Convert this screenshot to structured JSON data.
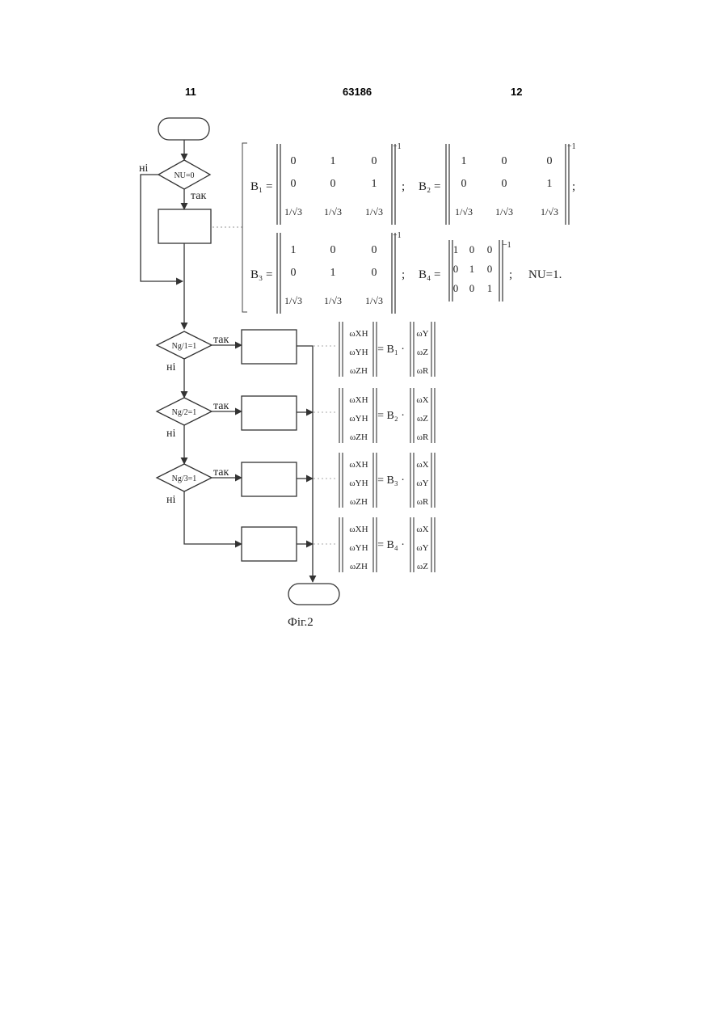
{
  "header": {
    "left_page": "11",
    "patent_number": "63186",
    "right_page": "12"
  },
  "flowchart": {
    "decision1": "NU=0",
    "decision2": "Ng/1=1",
    "decision3": "Ng/2=1",
    "decision4": "Ng/3=1",
    "yes": "так",
    "no": "ні"
  },
  "matrices": {
    "B1_label": "B₁ =",
    "B2_label": "B₂ =",
    "B3_label": "B₃ =",
    "B4_label": "B₄ =",
    "inv": "−1",
    "sep": ";",
    "nu_assign": "NU=1.",
    "B1": [
      [
        "0",
        "1",
        "0"
      ],
      [
        "0",
        "0",
        "1"
      ],
      [
        "1/√3",
        "1/√3",
        "1/√3"
      ]
    ],
    "B2": [
      [
        "1",
        "0",
        "0"
      ],
      [
        "0",
        "0",
        "1"
      ],
      [
        "1/√3",
        "1/√3",
        "1/√3"
      ]
    ],
    "B3": [
      [
        "1",
        "0",
        "0"
      ],
      [
        "0",
        "1",
        "0"
      ],
      [
        "1/√3",
        "1/√3",
        "1/√3"
      ]
    ],
    "B4": [
      [
        "1",
        "0",
        "0"
      ],
      [
        "0",
        "1",
        "0"
      ],
      [
        "0",
        "0",
        "1"
      ]
    ]
  },
  "equations": [
    {
      "lhs": [
        "ωXH",
        "ωYH",
        "ωZH"
      ],
      "matrix": "B₁",
      "rhs": [
        "ωY",
        "ωZ",
        "ωR"
      ]
    },
    {
      "lhs": [
        "ωXH",
        "ωYH",
        "ωZH"
      ],
      "matrix": "B₂",
      "rhs": [
        "ωX",
        "ωZ",
        "ωR"
      ]
    },
    {
      "lhs": [
        "ωXH",
        "ωYH",
        "ωZH"
      ],
      "matrix": "B₃",
      "rhs": [
        "ωX",
        "ωY",
        "ωR"
      ]
    },
    {
      "lhs": [
        "ωXH",
        "ωYH",
        "ωZH"
      ],
      "matrix": "B₄",
      "rhs": [
        "ωX",
        "ωY",
        "ωZ"
      ]
    }
  ],
  "caption": "Фіг.2"
}
